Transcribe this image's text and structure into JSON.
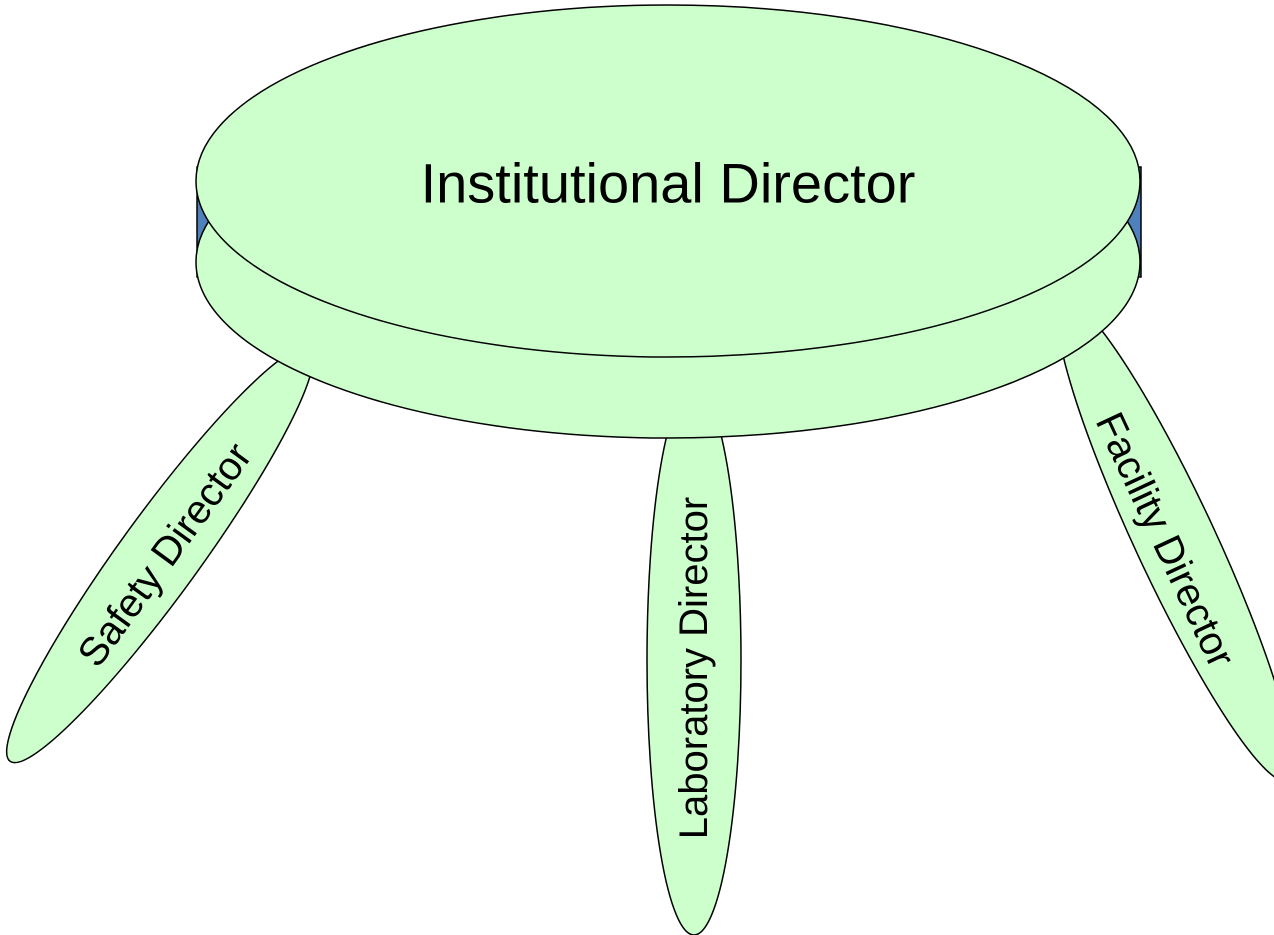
{
  "diagram": {
    "seat": {
      "label": "Institutional Director"
    },
    "legs": [
      {
        "id": "left",
        "label": "Safety Director"
      },
      {
        "id": "center",
        "label": "Laboratory  Director"
      },
      {
        "id": "right",
        "label": "Facility Director"
      }
    ],
    "colors": {
      "fill": "#ccffcc",
      "rim": "#4f81bd",
      "outline": "#000000",
      "text": "#000000"
    }
  }
}
